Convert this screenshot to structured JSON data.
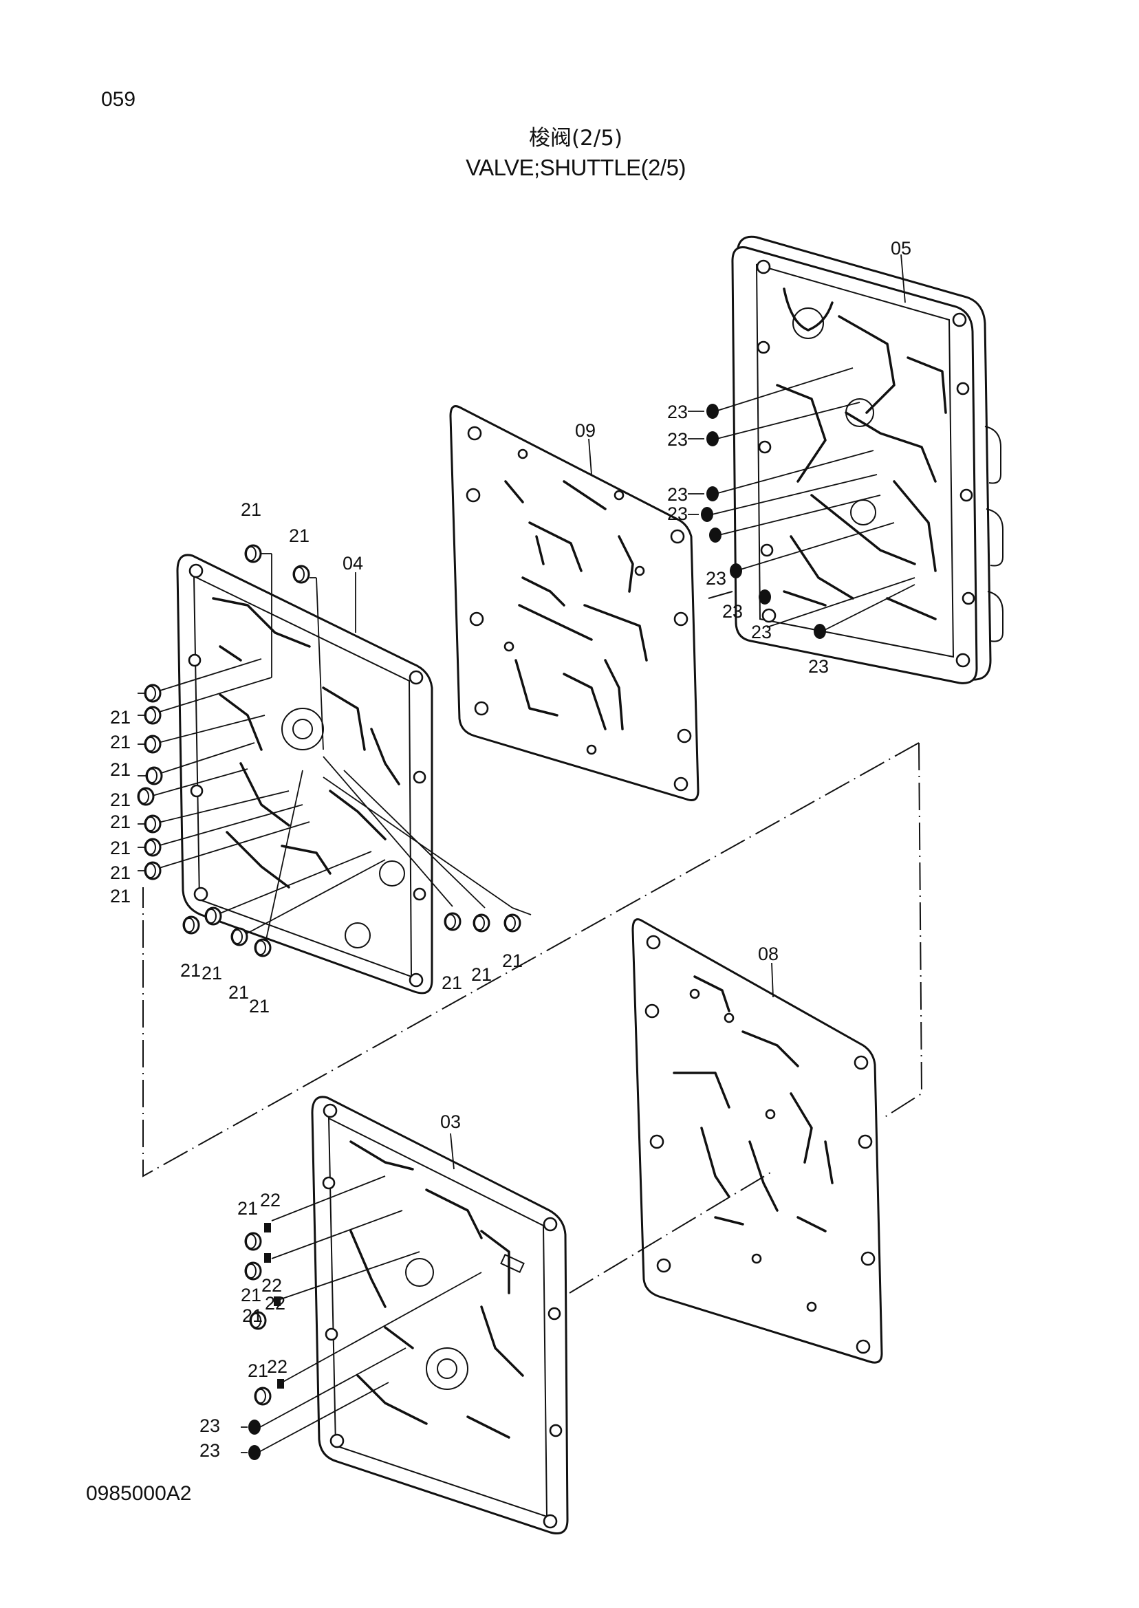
{
  "page_number": "059",
  "title_cn": "梭阀(2/5)",
  "title_en": "VALVE;SHUTTLE(2/5)",
  "doc_code": "0985000A2",
  "parts": {
    "p03": "03",
    "p04": "04",
    "p05": "05",
    "p08": "08",
    "p09": "09",
    "p21": "21",
    "p22": "22",
    "p23": "23"
  }
}
